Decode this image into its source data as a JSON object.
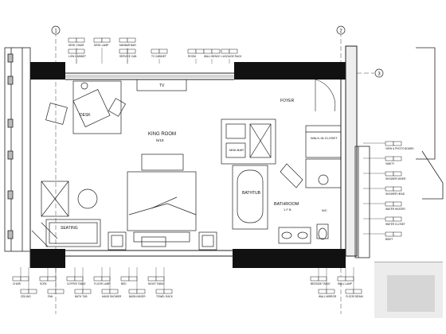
{
  "grid": {
    "left": "1",
    "right": "2",
    "row": "3"
  },
  "rooms": {
    "foyer": "FOYER",
    "king": "KING ROOM",
    "king_sub": "N/19",
    "desk": "DESK",
    "tv": "TV",
    "seating": "SEATING",
    "bathtub": "BATHTUB",
    "bathroom": "BATHROOM",
    "bathroom_sub": "1 F B",
    "wc": "WC",
    "minibar": "MINI-BAR",
    "walkin": "WALK-IN CLOSET"
  },
  "top_tags": [
    {
      "text": "DESK CHAIR"
    },
    {
      "text": "DESK LAMP"
    },
    {
      "text": "LOW CABINET"
    },
    {
      "text": "SERVICE CAB"
    },
    {
      "text": "MINIBAR BAR"
    },
    {
      "text": "TV CABINET"
    },
    {
      "text": "ROOM"
    },
    {
      "text": "WALL BENCH"
    },
    {
      "text": "LUGGAGE RACK"
    }
  ],
  "right_tags": [
    {
      "text": "VIEW & PHOTO BOARD"
    },
    {
      "text": "VANITY"
    },
    {
      "text": "SHOWER MIXER"
    },
    {
      "text": "SHOWER HEAD"
    },
    {
      "text": "WATER HEATER"
    },
    {
      "text": "WATER CLOSET"
    },
    {
      "text": "BIDET"
    }
  ],
  "bottom_tags": [
    {
      "text": "CHAIR"
    },
    {
      "text": "SOFA"
    },
    {
      "text": "COFFEE TABLE"
    },
    {
      "text": "FLOOR LAMP"
    },
    {
      "text": "BED"
    },
    {
      "text": "NIGHT TABLE"
    },
    {
      "text": "BEDSIDE TABLE"
    },
    {
      "text": "WALL LAMP"
    },
    {
      "text": "CEILING"
    },
    {
      "text": "FAN"
    },
    {
      "text": "BATH TUB"
    },
    {
      "text": "HAND SHOWER"
    },
    {
      "text": "BASIN MIXER"
    },
    {
      "text": "TOWEL RACK"
    },
    {
      "text": "WALL MIRROR"
    },
    {
      "text": "FLOOR DRAIN"
    }
  ]
}
